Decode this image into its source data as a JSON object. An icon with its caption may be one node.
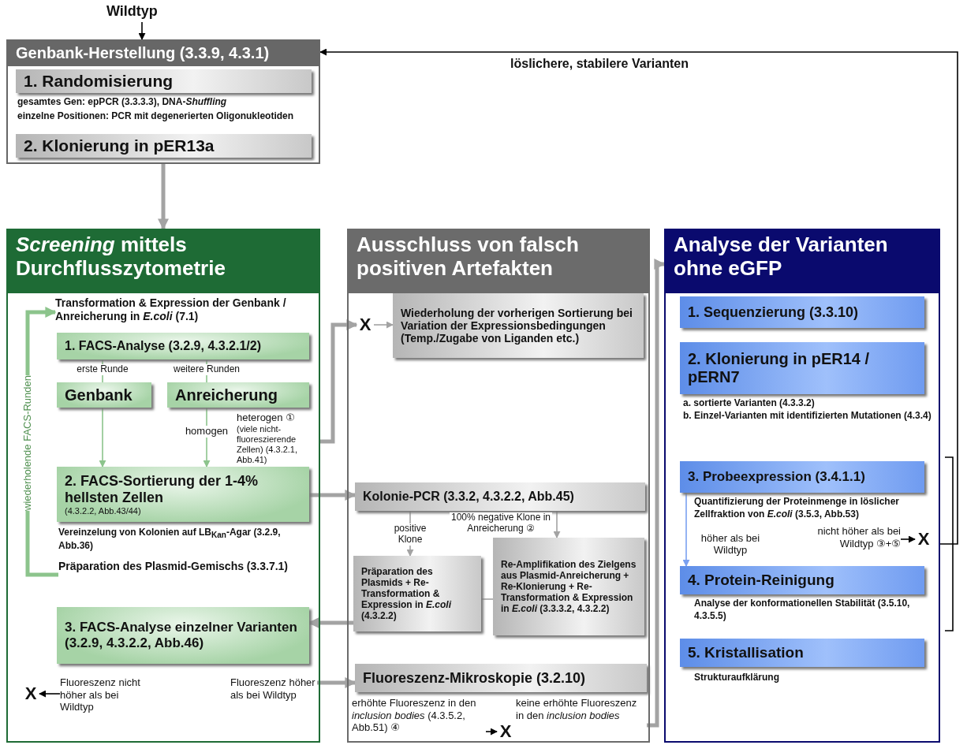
{
  "diagram": {
    "nodes": [
      {
        "text": [
          "Wildtyp"
        ]
      },
      {
        "text": [
          "Genbank-Herstellung (3.3.9, 4.3.1)"
        ]
      },
      {
        "text": [
          "1. Randomisierung"
        ],
        "in": 1,
        "beside": [
          "gesamtes Gen: epPCR (3.3.3.3), DNA-*Shuffling*",
          "einzelne Positionen: PCR mit degenerierten Oligonukleotiden"
        ]
      },
      {
        "text": [
          "2. Klonierung in pER13a"
        ],
        "in": 1
      },
      {
        "text": [
          "*Screening* mittels Durchflusszytometrie"
        ]
      },
      {
        "text": [
          "Transformation & Expression der Genbank / Anreicherung in *E.coli* (7.1)"
        ],
        "in": 4
      },
      {
        "text": [
          "1. FACS-Analyse (3.2.9, 4.3.2.1/2)"
        ],
        "in": 4
      },
      {
        "text": [
          "Genbank"
        ],
        "in": 4
      },
      {
        "text": [
          "Anreicherung"
        ],
        "in": 4
      },
      {
        "text": [
          "heterogen ①",
          "(viele nicht-fluoreszierende Zellen) (4.3.2.1, Abb.41)"
        ],
        "in": 4
      },
      {
        "text": [
          "2. FACS-Sortierung der 1-4% hellsten Zellen",
          "(4.3.2.2, Abb.43/44)"
        ],
        "in": 4,
        "beside": [
          "Vereinzelung von Kolonien auf LB$_{Kan}$-Agar (3.2.9, Abb.36)"
        ]
      },
      {
        "text": [
          "Präparation des Plasmid-Gemischs (3.3.7.1)"
        ],
        "in": 4
      },
      {
        "text": [
          "3. FACS-Analyse einzelner Varianten (3.2.9, 4.3.2.2, Abb.46)"
        ],
        "in": 4
      },
      {
        "text": [
          "Fluoreszenz nicht höher als bei Wildtyp"
        ],
        "in": 4
      },
      {
        "text": [
          "X"
        ],
        "in": 4
      },
      {
        "text": [
          "Fluoreszenz höher als bei Wildtyp"
        ],
        "in": 4
      },
      {
        "text": [
          "Ausschluss von falsch positiven Artefakten"
        ]
      },
      {
        "text": [
          "X"
        ],
        "in": 16
      },
      {
        "text": [
          "Wiederholung der vorherigen Sortierung bei Variation der Expressionsbedingungen (Temp./Zugabe von Liganden etc.)"
        ],
        "in": 16
      },
      {
        "text": [
          "Kolonie-PCR (3.3.2, 4.3.2.2, Abb.45)"
        ],
        "in": 16
      },
      {
        "text": [
          "Präparation des Plasmids + Re-Transformation & Expression in *E.coli* (4.3.2.2)"
        ],
        "in": 16
      },
      {
        "text": [
          "Re-Amplifikation des Zielgens aus Plasmid-Anreicherung + Re-Klonierung + Re-Transformation & Expression in *E.coli* (3.3.3.2, 4.3.2.2)"
        ],
        "in": 16
      },
      {
        "text": [
          "Fluoreszenz-Mikroskopie (3.2.10)"
        ],
        "in": 16
      },
      {
        "text": [
          "erhöhte Fluoreszenz in den *inclusion bodies* (4.3.5.2, Abb.51) ④"
        ],
        "in": 16
      },
      {
        "text": [
          "X"
        ],
        "in": 16
      },
      {
        "text": [
          "keine erhöhte Fluoreszenz in den *inclusion bodies*"
        ],
        "in": 16
      },
      {
        "text": [
          "Analyse der Varianten ohne eGFP"
        ]
      },
      {
        "text": [
          "1. Sequenzierung (3.3.10)"
        ],
        "in": 26
      },
      {
        "text": [
          "2. Klonierung in pER14 / pERN7"
        ],
        "in": 26,
        "beside": [
          "a. sortierte Varianten (4.3.3.2)",
          "b. Einzel-Varianten mit identifizierten Mutationen (4.3.4)"
        ]
      },
      {
        "text": [
          "3. Probeexpression (3.4.1.1)"
        ],
        "in": 26,
        "beside": [
          "Quantifizierung der Proteinmenge in löslicher Zellfraktion von *E.coli* (3.5.3, Abb.53)"
        ]
      },
      {
        "text": [
          "nicht höher als bei Wildtyp ③+⑤"
        ],
        "in": 26
      },
      {
        "text": [
          "X"
        ],
        "in": 26
      },
      {
        "text": [
          "4. Protein-Reinigung"
        ],
        "in": 26,
        "beside": [
          "Analyse der konformationellen Stabilität (3.5.10, 4.3.5.5)"
        ]
      },
      {
        "text": [
          "5. Kristallisation"
        ],
        "in": 26,
        "beside": [
          "Strukturaufklärung"
        ]
      }
    ],
    "edges": [
      {
        "from": 0,
        "to": 1,
        "arrow": "to",
        "color": "#000000"
      },
      {
        "from": 1,
        "to": 4,
        "arrow": "to",
        "style": "thick"
      },
      {
        "from": 6,
        "to": 7,
        "arrow": "none",
        "label": "erste Runde",
        "color": "#8cc48c"
      },
      {
        "from": 6,
        "to": 8,
        "arrow": "none",
        "label": "weitere Runden",
        "color": "#8cc48c"
      },
      {
        "from": 7,
        "to": 10,
        "arrow": "to",
        "color": "#8cc48c"
      },
      {
        "from": 8,
        "to": 10,
        "arrow": "to",
        "label": "homogen",
        "color": "#8cc48c"
      },
      {
        "from": 11,
        "to": 5,
        "arrow": "to",
        "label": "wiederholende FACS-Runden",
        "style": "thick",
        "color": "#8cc48c"
      },
      {
        "from": 9,
        "to": 17,
        "arrow": "to",
        "style": "thick"
      },
      {
        "from": 10,
        "to": 19,
        "arrow": "to",
        "style": "thick"
      },
      {
        "from": 20,
        "to": 12,
        "arrow": "to",
        "style": "thick"
      },
      {
        "from": 15,
        "to": 22,
        "arrow": "to",
        "style": "thick"
      },
      {
        "from": 13,
        "to": 14,
        "arrow": "to",
        "color": "#000000"
      },
      {
        "from": 17,
        "to": 18,
        "arrow": "to"
      },
      {
        "from": 19,
        "to": 20,
        "arrow": "to",
        "label": "positive Klone"
      },
      {
        "from": 19,
        "to": 21,
        "arrow": "to",
        "label": "100% negative Klone in Anreicherung ②"
      },
      {
        "from": 20,
        "to": 21,
        "arrow": "none"
      },
      {
        "from": 23,
        "to": 24,
        "arrow": "to",
        "color": "#000000"
      },
      {
        "from": 25,
        "to": 26,
        "arrow": "to",
        "style": "thick"
      },
      {
        "from": 29,
        "to": 32,
        "arrow": "to",
        "label": "höher als bei Wildtyp",
        "color": "#7aa0f0"
      },
      {
        "from": 30,
        "to": 31,
        "arrow": "to",
        "color": "#000000"
      },
      {
        "from": 26,
        "to": 1,
        "arrow": "to",
        "label": "löslichere, stabilere Varianten",
        "color": "#000000"
      }
    ]
  }
}
